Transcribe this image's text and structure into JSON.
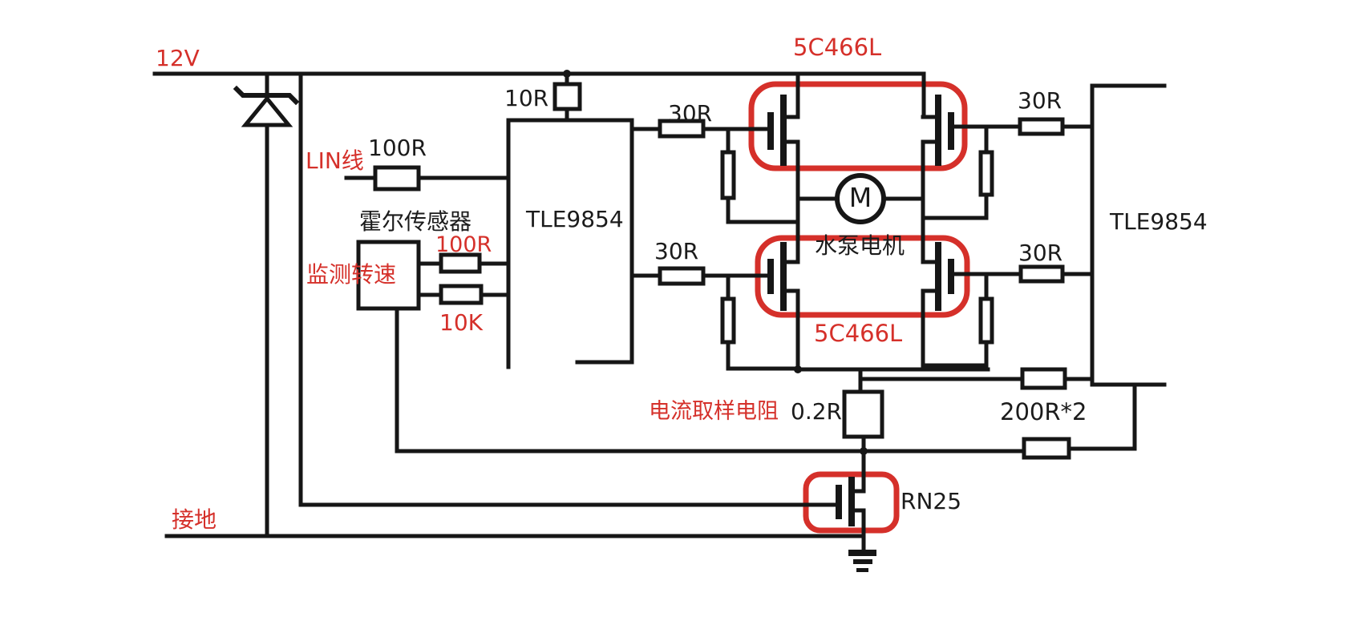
{
  "colors": {
    "wire_black": "#161616",
    "annotation_red": "#d5302a"
  },
  "power": {
    "supply_label": "12V",
    "ground_label": "接地"
  },
  "lin_input": {
    "label": "LIN线",
    "series_resistor": "100R"
  },
  "hall_sensor": {
    "title": "霍尔传感器",
    "function_note": "监测转速",
    "pullup_resistor": "100R",
    "filter_resistor": "10K"
  },
  "left_driver": {
    "chip_name": "TLE9854",
    "supply_resistor": "10R",
    "high_gate_resistor": "30R",
    "low_gate_resistor": "30R"
  },
  "right_driver": {
    "chip_name": "TLE9854",
    "high_gate_resistor": "30R",
    "low_gate_resistor": "30R"
  },
  "h_bridge": {
    "high_side_part": "5C466L",
    "low_side_part": "5C466L"
  },
  "motor": {
    "symbol": "M",
    "label": "水泵电机"
  },
  "current_sense": {
    "label": "电流取样电阻",
    "shunt_value": "0.2R",
    "sense_resistors": "200R*2"
  },
  "reverse_protection": {
    "part": "RN25"
  }
}
